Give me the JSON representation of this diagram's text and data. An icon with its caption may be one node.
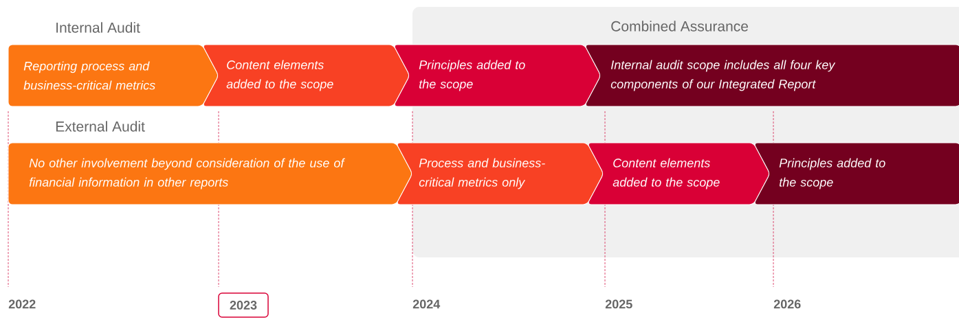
{
  "diagram": {
    "nodes": [
      {
        "text": [
          "Combined Assurance"
        ]
      },
      {
        "text": [
          "Reporting process and business-critical metrics"
        ]
      },
      {
        "text": [
          "Content elements added to the scope"
        ]
      },
      {
        "text": [
          "Principles added to the scope"
        ]
      },
      {
        "text": [
          "Internal audit scope includes all four key components of our Integrated Report"
        ],
        "in": 0
      },
      {
        "text": [
          "No other involvement beyond consideration of the use of financial information in other reports"
        ]
      },
      {
        "text": [
          "Process and business-critical metrics only"
        ]
      },
      {
        "text": [
          "Content elements added to the scope"
        ],
        "in": 0
      },
      {
        "text": [
          "Principles added to the scope"
        ],
        "in": 0
      },
      {
        "text": [
          "2023"
        ]
      }
    ],
    "labels": [
      "Internal Audit",
      "External Audit",
      "2022",
      "2024",
      "2025",
      "2026"
    ]
  }
}
